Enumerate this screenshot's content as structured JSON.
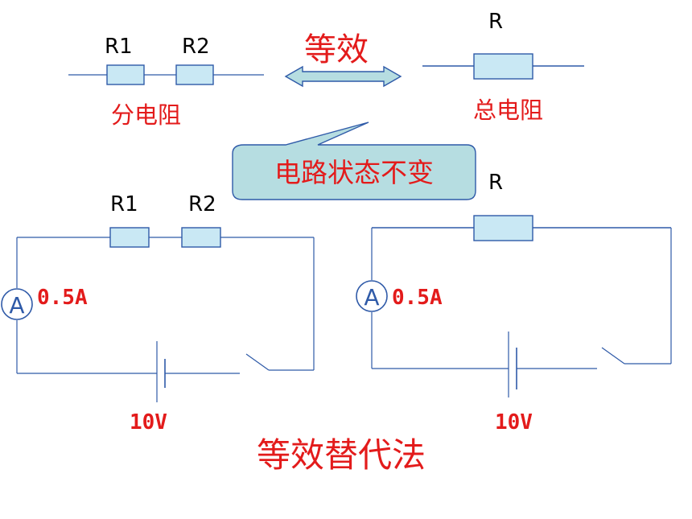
{
  "top": {
    "r1_label": "R1",
    "r2_label": "R2",
    "r_label": "R",
    "equivalent_text": "等效",
    "partial_resistance_text": "分电阻",
    "total_resistance_text": "总电阻"
  },
  "callout": {
    "text": "电路状态不变"
  },
  "left_circuit": {
    "r1_label": "R1",
    "r2_label": "R2",
    "ammeter_symbol": "A",
    "current": "0.5A",
    "voltage": "10V"
  },
  "right_circuit": {
    "r_label": "R",
    "ammeter_symbol": "A",
    "current": "0.5A",
    "voltage": "10V"
  },
  "method_title": "等效替代法",
  "colors": {
    "wire": "#2f5aa8",
    "resistor_fill": "#c9e8f4",
    "text_red": "#e31b1b",
    "callout_fill": "#b6dde1"
  }
}
